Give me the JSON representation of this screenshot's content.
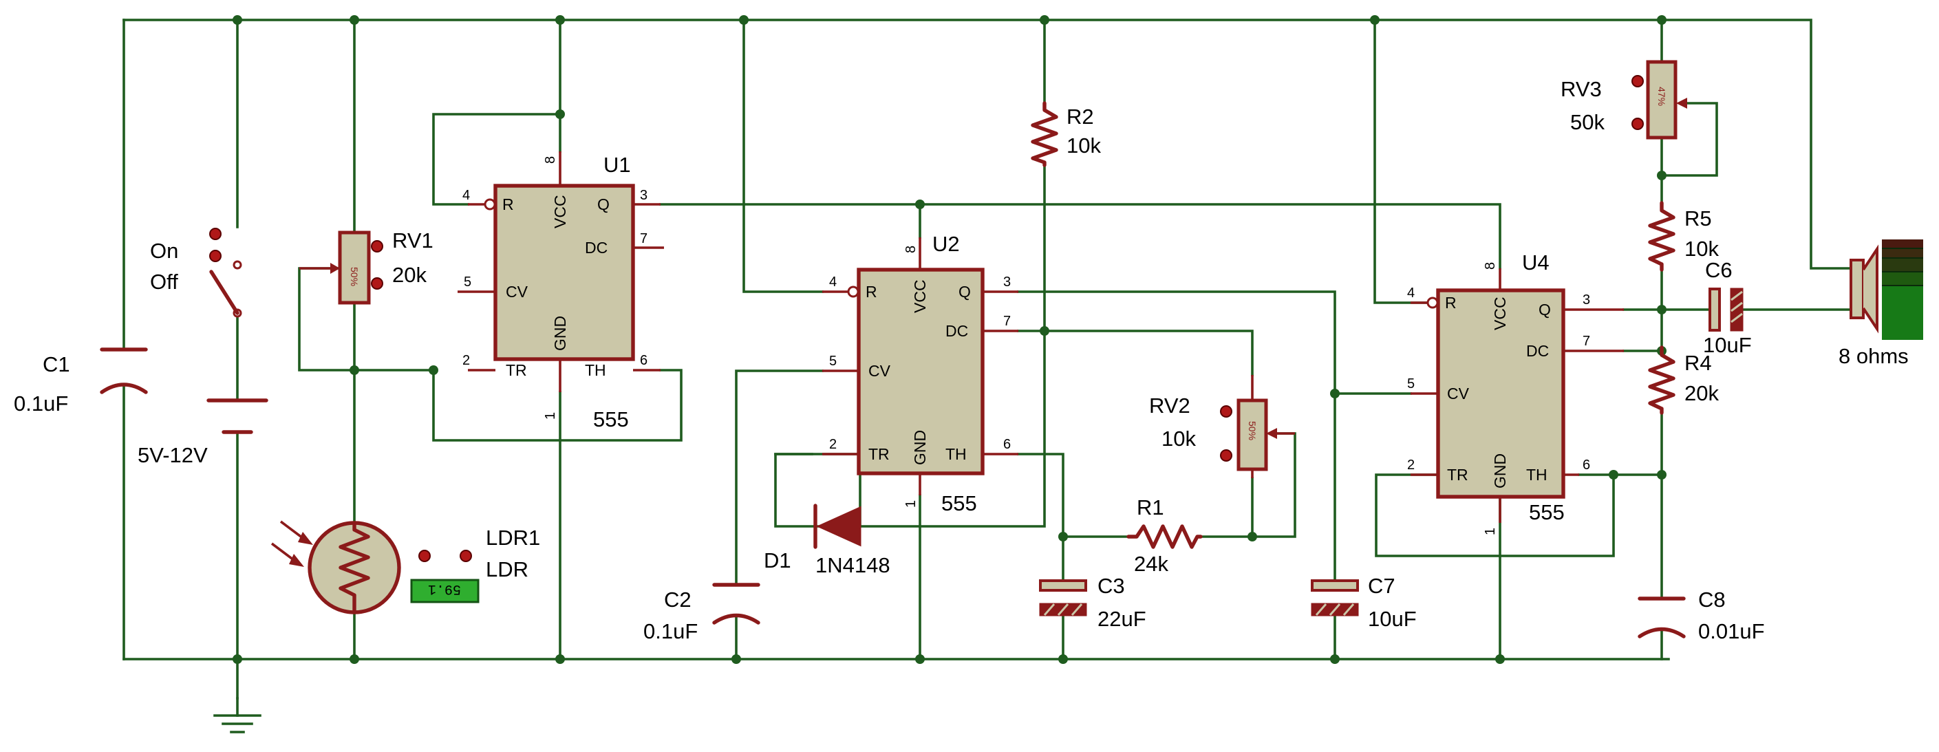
{
  "components": {
    "c1": {
      "ref": "C1",
      "value": "0.1uF"
    },
    "switch": {
      "on": "On",
      "off": "Off"
    },
    "battery": {
      "value": "5V-12V"
    },
    "rv1": {
      "ref": "RV1",
      "value": "20k",
      "setting": "50%"
    },
    "ldr1": {
      "ref": "LDR1",
      "value": "LDR",
      "readout": "59.1"
    },
    "u1": {
      "ref": "U1",
      "type": "555"
    },
    "u2": {
      "ref": "U2",
      "type": "555"
    },
    "u4": {
      "ref": "U4",
      "type": "555"
    },
    "r2": {
      "ref": "R2",
      "value": "10k"
    },
    "r1": {
      "ref": "R1",
      "value": "24k"
    },
    "rv2": {
      "ref": "RV2",
      "value": "10k",
      "setting": "50%"
    },
    "d1": {
      "ref": "D1",
      "value": "1N4148"
    },
    "c2": {
      "ref": "C2",
      "value": "0.1uF"
    },
    "c3": {
      "ref": "C3",
      "value": "22uF"
    },
    "c7": {
      "ref": "C7",
      "value": "10uF"
    },
    "rv3": {
      "ref": "RV3",
      "value": "50k",
      "setting": "47%"
    },
    "r5": {
      "ref": "R5",
      "value": "10k"
    },
    "c6": {
      "ref": "C6",
      "value": "10uF"
    },
    "r4": {
      "ref": "R4",
      "value": "20k"
    },
    "c8": {
      "ref": "C8",
      "value": "0.01uF"
    },
    "speaker": {
      "value": "8 ohms"
    }
  },
  "pins": {
    "r": "R",
    "vcc": "VCC",
    "q": "Q",
    "dc": "DC",
    "cv": "CV",
    "tr": "TR",
    "gnd": "GND",
    "th": "TH",
    "n1": "1",
    "n2": "2",
    "n3": "3",
    "n4": "4",
    "n5": "5",
    "n6": "6",
    "n7": "7",
    "n8": "8"
  },
  "colors": {
    "wire": "#1f5c1f",
    "component": "#8b1a1a",
    "chip_fill": "#cbc7a8",
    "readout_bg": "#2fae2f"
  }
}
